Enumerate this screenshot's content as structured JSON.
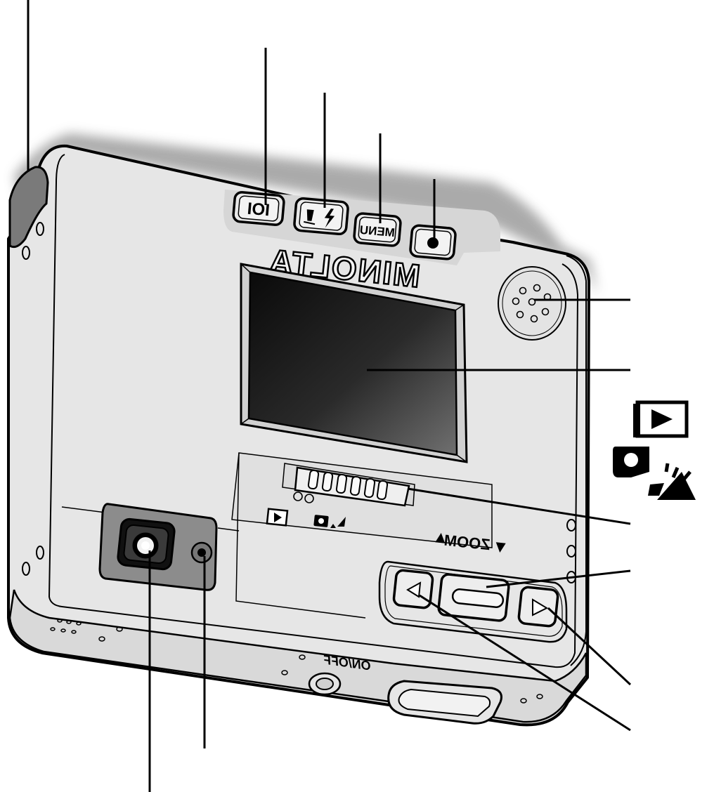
{
  "brand": "MINOLTA",
  "buttons": {
    "display": "IOI",
    "menu": "MENU",
    "zoom": "ZOOM"
  },
  "labels": {
    "power": "ON/OFF"
  },
  "icons": {
    "playback": "playback-icon",
    "record_mode": "record-mode-icon",
    "flash_mode": "flash-mode-icon",
    "macro": "macro-icon",
    "speaker": "speaker-icon",
    "viewfinder": "viewfinder-icon"
  },
  "colors": {
    "body": "#e6e6e6",
    "outline": "#000000",
    "lcd_dark": "#111111",
    "lcd_light": "#6a6a6a",
    "shadow": "#bdbdbd",
    "viewfinder_plate": "#8c8c8c"
  }
}
